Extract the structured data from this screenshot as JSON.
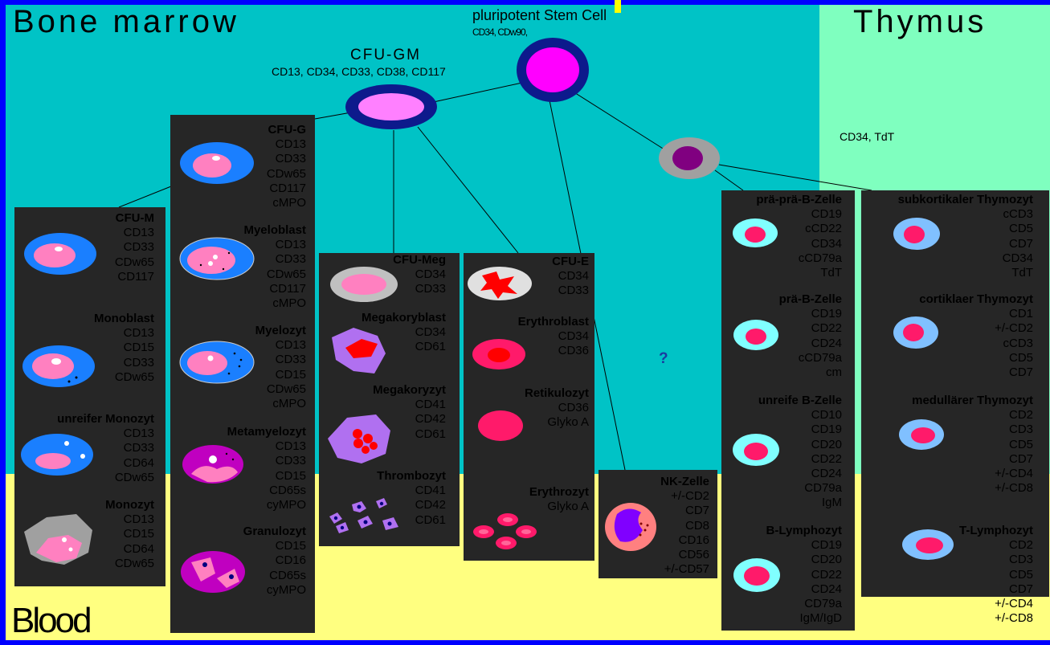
{
  "regions": {
    "bone_marrow": "Bone marrow",
    "thymus": "Thymus",
    "blood": "Blood"
  },
  "colors": {
    "marrow": "#00c3c6",
    "thymus": "#7fffbf",
    "blood": "#ffff80",
    "frame": "#0000ff",
    "panel": "#262626",
    "question": "#1a3aa0"
  },
  "stem": {
    "title": "pluripotent Stem Cell",
    "markers": "CD34, CDw90,"
  },
  "cfu_gm": {
    "title": "CFU-GM",
    "markers": "CD13, CD34, CD33, CD38, CD117"
  },
  "thymus_markers": "CD34, TdT",
  "question_mark": "?",
  "columns": {
    "monocyte": [
      {
        "name": "CFU-M",
        "markers": [
          "CD13",
          "CD33",
          "CDw65",
          "CD117"
        ],
        "cell": "cfu-m"
      },
      {
        "name": "Monoblast",
        "markers": [
          "CD13",
          "CD15",
          "CD33",
          "CDw65"
        ],
        "cell": "monoblast"
      },
      {
        "name": "unreifer Monozyt",
        "markers": [
          "CD13",
          "CD33",
          "CD64",
          "CDw65"
        ],
        "cell": "immature-monocyte"
      },
      {
        "name": "Monozyt",
        "markers": [
          "CD13",
          "CD15",
          "CD64",
          "CDw65"
        ],
        "cell": "monocyte"
      }
    ],
    "granulocyte": [
      {
        "name": "CFU-G",
        "markers": [
          "CD13",
          "CD33",
          "CDw65",
          "CD117",
          "cMPO"
        ],
        "cell": "cfu-g"
      },
      {
        "name": "Myeloblast",
        "markers": [
          "CD13",
          "CD33",
          "CDw65",
          "CD117",
          "cMPO"
        ],
        "cell": "myeloblast"
      },
      {
        "name": "Myelozyt",
        "markers": [
          "CD13",
          "CD33",
          "CD15",
          "CDw65",
          "cMPO"
        ],
        "cell": "myelocyte"
      },
      {
        "name": "Metamyelozyt",
        "markers": [
          "CD13",
          "CD33",
          "CD15",
          "CD65s",
          "cyMPO"
        ],
        "cell": "metamyelocyte"
      },
      {
        "name": "Granulozyt",
        "markers": [
          "CD15",
          "CD16",
          "CD65s",
          "cyMPO"
        ],
        "cell": "granulocyte"
      }
    ],
    "megakaryocyte": [
      {
        "name": "CFU-Meg",
        "markers": [
          "CD34",
          "CD33"
        ],
        "cell": "cfu-meg"
      },
      {
        "name": "Megakoryblast",
        "markers": [
          "CD34",
          "CD61"
        ],
        "cell": "megakaryoblast"
      },
      {
        "name": "Megakoryzyt",
        "markers": [
          "CD41",
          "CD42",
          "CD61"
        ],
        "cell": "megakaryocyte"
      },
      {
        "name": "Thrombozyt",
        "markers": [
          "CD41",
          "CD42",
          "CD61"
        ],
        "cell": "thrombocytes"
      }
    ],
    "erythrocyte": [
      {
        "name": "CFU-E",
        "markers": [
          "CD34",
          "CD33"
        ],
        "cell": "cfu-e"
      },
      {
        "name": "Erythroblast",
        "markers": [
          "CD34",
          "CD36"
        ],
        "cell": "erythroblast"
      },
      {
        "name": "Retikulozyt",
        "markers": [
          "CD36",
          "Glyko A"
        ],
        "cell": "reticulocyte"
      },
      {
        "name": "Erythrozyt",
        "markers": [
          "Glyko A"
        ],
        "cell": "erythrocytes"
      }
    ],
    "nk": [
      {
        "name": "NK-Zelle",
        "markers": [
          "+/-CD2",
          "CD7",
          "CD8",
          "CD16",
          "CD56",
          "+/-CD57"
        ],
        "cell": "nk-cell"
      }
    ],
    "b_lymph": [
      {
        "name": "prä-prä-B-Zelle",
        "markers": [
          "CD19",
          "cCD22",
          "CD34",
          "cCD79a",
          "TdT"
        ],
        "cell": "pre-pre-b"
      },
      {
        "name": "prä-B-Zelle",
        "markers": [
          "CD19",
          "CD22",
          "CD24",
          "cCD79a",
          "cm"
        ],
        "cell": "pre-b"
      },
      {
        "name": "unreife B-Zelle",
        "markers": [
          "CD10",
          "CD19",
          "CD20",
          "CD22",
          "CD24",
          "CD79a",
          "IgM"
        ],
        "cell": "immature-b"
      },
      {
        "name": "B-Lymphozyt",
        "markers": [
          "CD19",
          "CD20",
          "CD22",
          "CD24",
          "CD79a",
          "IgM/IgD"
        ],
        "cell": "b-lymphocyte"
      }
    ],
    "t_lymph": [
      {
        "name": "subkortikaler Thymozyt",
        "markers": [
          "cCD3",
          "CD5",
          "CD7",
          "CD34",
          "TdT"
        ],
        "cell": "subcortical-thymocyte"
      },
      {
        "name": "cortiklaer Thymozyt",
        "markers": [
          "CD1",
          "+/-CD2",
          "cCD3",
          "CD5",
          "CD7"
        ],
        "cell": "cortical-thymocyte"
      },
      {
        "name": "medullärer Thymozyt",
        "markers": [
          "CD2",
          "CD3",
          "CD5",
          "CD7",
          "+/-CD4",
          "+/-CD8"
        ],
        "cell": "medullary-thymocyte"
      },
      {
        "name": "T-Lymphozyt",
        "markers": [
          "CD2",
          "CD3",
          "CD5",
          "CD7",
          "+/-CD4",
          "+/-CD8"
        ],
        "cell": "t-lymphocyte"
      }
    ]
  }
}
